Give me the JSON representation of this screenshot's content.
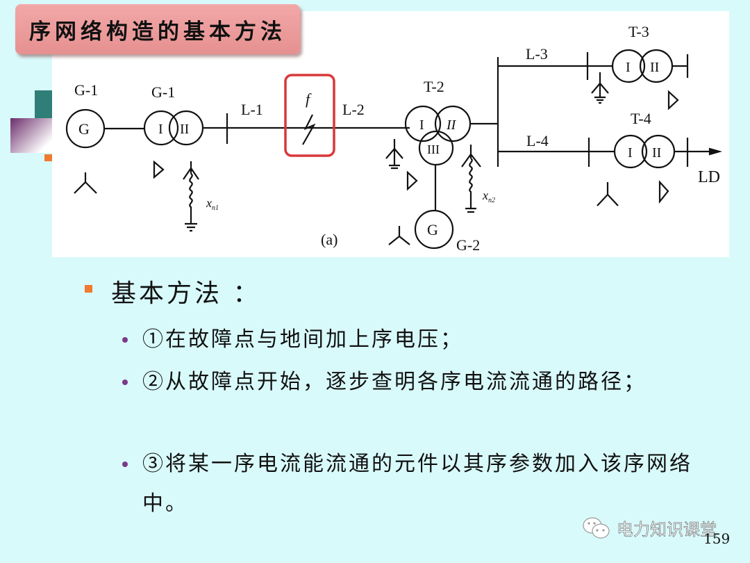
{
  "title": "序网络构造的基本方法",
  "diagram": {
    "gen1_label": "G-1",
    "gen1_symbol": "G",
    "t1_label": "G-1",
    "t1_windings": [
      "I",
      "II"
    ],
    "xn1": "x",
    "xn1_sub": "n1",
    "line1": "L-1",
    "fault": "f",
    "line2": "L-2",
    "t2_label": "T-2",
    "t2_windings": [
      "I",
      "II",
      "III"
    ],
    "gen2_symbol": "G",
    "gen2_label": "G-2",
    "xn2": "x",
    "xn2_sub": "n2",
    "line3": "L-3",
    "line4": "L-4",
    "t3_label": "T-3",
    "t3_windings": [
      "I",
      "II"
    ],
    "t4_label": "T-4",
    "t4_windings": [
      "I",
      "II"
    ],
    "load": "LD",
    "caption": "(a)",
    "highlight_color": "#d9383a"
  },
  "content": {
    "heading": "基本方法 ：",
    "items": [
      "①在故障点与地间加上序电压；",
      "②从故障点开始，逐步查明各序电流流通的路径；",
      "③将某一序电流能流通的元件以其序参数加入该序网络中。"
    ]
  },
  "watermark": "电力知识课堂",
  "page_number": "159",
  "colors": {
    "background": "#d9fafb",
    "title_bg": "#eb9c9c",
    "bullet_square": "#f07a30",
    "bullet_dot": "#7a3a8a"
  }
}
